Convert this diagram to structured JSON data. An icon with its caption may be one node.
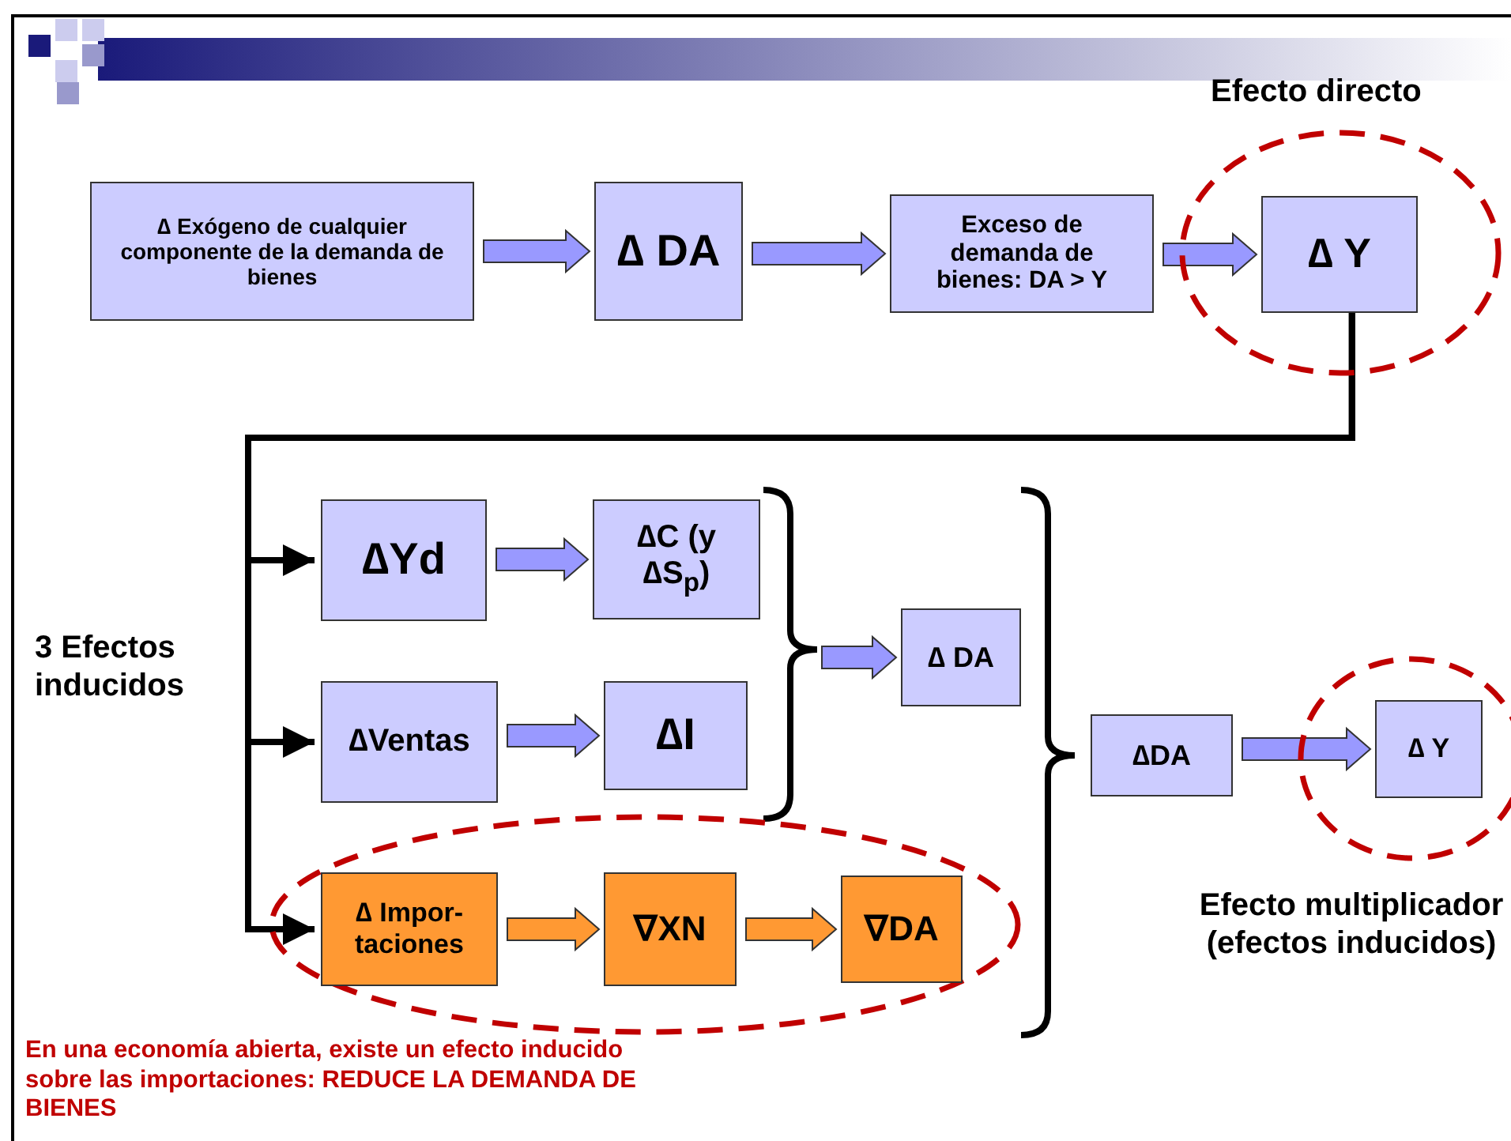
{
  "diagram": {
    "nodes": [
      {
        "text": [
          "∆ Exógeno de cualquier componente de la demanda de bienes"
        ]
      },
      {
        "text": [
          "∆ DA"
        ]
      },
      {
        "text": [
          "Exceso de demanda de bienes: DA > Y"
        ]
      },
      {
        "text": [
          "∆ Y"
        ]
      },
      {
        "text": [
          "∆Yd"
        ]
      },
      {
        "text": [
          "∆C (y ∆S$_{p}$)"
        ]
      },
      {
        "text": [
          "∆Ventas"
        ]
      },
      {
        "text": [
          "∆I"
        ]
      },
      {
        "text": [
          "∆ DA"
        ]
      },
      {
        "text": [
          "∆ Impor- taciones"
        ]
      },
      {
        "text": [
          "∇XN"
        ]
      },
      {
        "text": [
          "∇DA"
        ]
      },
      {
        "text": [
          "∆DA"
        ]
      },
      {
        "text": [
          "∆ Y"
        ]
      }
    ],
    "edges": [
      {
        "from": 0,
        "to": 1,
        "arrow": "to"
      },
      {
        "from": 1,
        "to": 2,
        "arrow": "to"
      },
      {
        "from": 2,
        "to": 3,
        "arrow": "to"
      },
      {
        "from": 3,
        "to": 4,
        "arrow": "to",
        "color": "#000000"
      },
      {
        "from": 3,
        "to": 6,
        "arrow": "to",
        "color": "#000000"
      },
      {
        "from": 3,
        "to": 9,
        "arrow": "to",
        "color": "#000000"
      },
      {
        "from": 4,
        "to": 5,
        "arrow": "to"
      },
      {
        "from": 6,
        "to": 7,
        "arrow": "to"
      },
      {
        "from": 9,
        "to": 10,
        "arrow": "to",
        "color": "#ff9933"
      },
      {
        "from": 10,
        "to": 11,
        "arrow": "to",
        "color": "#ff9933"
      },
      {
        "from": null,
        "to": 8,
        "arrow": "to"
      },
      {
        "from": 12,
        "to": 13,
        "arrow": "to"
      }
    ],
    "labels": [
      "Efecto directo",
      "3 Efectos inducidos",
      "Efecto multiplicador (efectos inducidos)",
      "En una economía abierta, existe un efecto inducido sobre las importaciones: REDUCE LA DEMANDA DE BIENES"
    ]
  }
}
